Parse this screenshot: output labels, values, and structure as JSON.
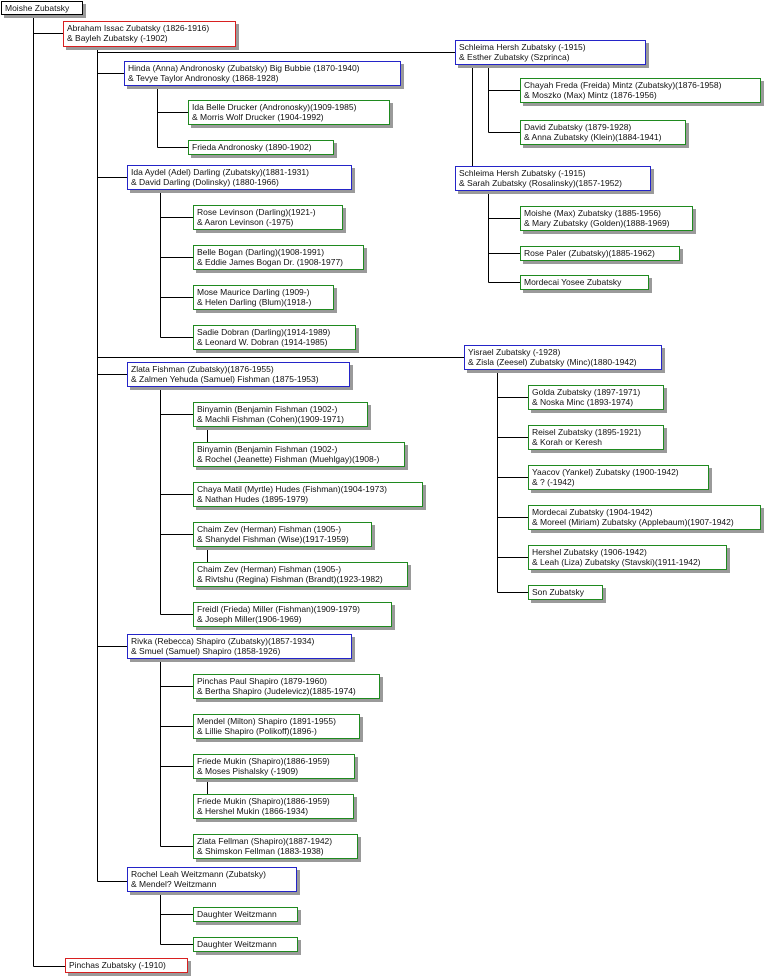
{
  "colors": {
    "root": "#000000",
    "spouse_generation": "#d82020",
    "child": "#2424c8",
    "grandchild": "#1f8a1f"
  },
  "people": {
    "root": {
      "line1": "Moishe Zubatsky"
    },
    "abraham": {
      "line1": "Abraham Issac Zubatsky (1826-1916)",
      "line2": "& Bayleh Zubatsky (-1902)"
    },
    "pinchas": {
      "line1": "Pinchas Zubatsky (-1910)"
    },
    "hinda": {
      "line1": "Hinda (Anna) Andronosky (Zubatsky) Big Bubbie (1870-1940)",
      "line2": "& Tevye Taylor Andronosky (1868-1928)"
    },
    "ida_drucker": {
      "line1": "Ida Belle Drucker (Andronosky)(1909-1985)",
      "line2": "& Morris Wolf Drucker (1904-1992)"
    },
    "frieda_andronosky": {
      "line1": "Frieda Andronosky (1890-1902)"
    },
    "ida_darling": {
      "line1": "Ida Aydel (Adel) Darling (Zubatsky)(1881-1931)",
      "line2": "& David Darling (Dolinsky) (1880-1966)"
    },
    "rose_levinson": {
      "line1": "Rose Levinson (Darling)(1921-)",
      "line2": "& Aaron Levinson (-1975)"
    },
    "belle_bogan": {
      "line1": "Belle Bogan (Darling)(1908-1991)",
      "line2": "& Eddie James Bogan Dr. (1908-1977)"
    },
    "mose_darling": {
      "line1": "Mose Maurice Darling (1909-)",
      "line2": "& Helen Darling (Blum)(1918-)"
    },
    "sadie_dobran": {
      "line1": "Sadie Dobran (Darling)(1914-1989)",
      "line2": "& Leonard W. Dobran (1914-1985)"
    },
    "zlata_fishman": {
      "line1": "Zlata Fishman (Zubatsky)(1876-1955)",
      "line2": "& Zalmen Yehuda (Samuel) Fishman (1875-1953)"
    },
    "binyamin1": {
      "line1": "Binyamin (Benjamin Fishman (1902-)",
      "line2": "& Machli Fishman (Cohen)(1909-1971)"
    },
    "binyamin2": {
      "line1": "Binyamin (Benjamin Fishman (1902-)",
      "line2": "& Rochel (Jeanette) Fishman (Muehlgay)(1908-)"
    },
    "chaya_hudes": {
      "line1": "Chaya Matil (Myrtle) Hudes (Fishman)(1904-1973)",
      "line2": "& Nathan Hudes (1895-1979)"
    },
    "chaim1": {
      "line1": "Chaim Zev (Herman) Fishman (1905-)",
      "line2": "& Shanydel Fishman (Wise)(1917-1959)"
    },
    "chaim2": {
      "line1": "Chaim Zev (Herman) Fishman (1905-)",
      "line2": "& Rivtshu (Regina) Fishman (Brandt)(1923-1982)"
    },
    "freidl_miller": {
      "line1": "Freidl (Frieda) Miller (Fishman)(1909-1979)",
      "line2": "& Joseph Miller(1906-1969)"
    },
    "rivka_shapiro": {
      "line1": "Rivka (Rebecca) Shapiro (Zubatsky)(1857-1934)",
      "line2": "& Smuel (Samuel) Shapiro (1858-1926)"
    },
    "pinchas_shapiro": {
      "line1": "Pinchas Paul Shapiro (1879-1960)",
      "line2": "& Bertha Shapiro (Judelevicz)(1885-1974)"
    },
    "mendel_shapiro": {
      "line1": "Mendel (Milton) Shapiro (1891-1955)",
      "line2": "& Lillie Shapiro (Polikoff)(1896-)"
    },
    "friede1": {
      "line1": "Friede Mukin (Shapiro)(1886-1959)",
      "line2": "& Moses Pishalsky (-1909)"
    },
    "friede2": {
      "line1": "Friede Mukin (Shapiro)(1886-1959)",
      "line2": "& Hershel Mukin (1866-1934)"
    },
    "zlata_fellman": {
      "line1": "Zlata Fellman (Shapiro)(1887-1942)",
      "line2": "& Shimskon Fellman (1883-1938)"
    },
    "rochel_weitzmann": {
      "line1": "Rochel Leah Weitzmann (Zubatsky)",
      "line2": "& Mendel? Weitzmann"
    },
    "daughter1": {
      "line1": "Daughter Weitzmann"
    },
    "daughter2": {
      "line1": "Daughter Weitzmann"
    },
    "schleima1": {
      "line1": "Schleima Hersh Zubatsky (-1915)",
      "line2": "& Esther Zubatsky (Szprinca)"
    },
    "chayah_mintz": {
      "line1": "Chayah Freda (Freida) Mintz (Zubatsky)(1876-1958)",
      "line2": "& Moszko (Max) Mintz (1876-1956)"
    },
    "david_zubatsky": {
      "line1": "David Zubatsky (1879-1928)",
      "line2": "& Anna Zubatsky (Klein)(1884-1941)"
    },
    "schleima2": {
      "line1": "Schleima Hersh Zubatsky (-1915)",
      "line2": "& Sarah Zubatsky (Rosalinsky)(1857-1952)"
    },
    "moishe_max": {
      "line1": "Moishe (Max) Zubatsky (1885-1956)",
      "line2": "& Mary Zubatsky (Golden)(1888-1969)"
    },
    "rose_paler": {
      "line1": "Rose Paler (Zubatsky)(1885-1962)"
    },
    "mordecai_yosee": {
      "line1": "Mordecai Yosee Zubatsky"
    },
    "yisrael": {
      "line1": "Yisrael Zubatsky (-1928)",
      "line2": "& Zisla (Zeesel) Zubatsky (Minc)(1880-1942)"
    },
    "golda": {
      "line1": "Golda Zubatsky (1897-1971)",
      "line2": "& Noska Minc (1893-1974)"
    },
    "reisel": {
      "line1": "Reisel Zubatsky (1895-1921)",
      "line2": "& Korah or Keresh"
    },
    "yaacov": {
      "line1": "Yaacov (Yankel) Zubatsky (1900-1942)",
      "line2": "& ? (-1942)"
    },
    "mordecai": {
      "line1": "Mordecai Zubatsky (1904-1942)",
      "line2": "& Moreel (Miriam) Zubatsky (Applebaum)(1907-1942)"
    },
    "hershel": {
      "line1": "Hershel Zubatsky (1906-1942)",
      "line2": "& Leah (Liza) Zubatsky (Stavski)(1911-1942)"
    },
    "son": {
      "line1": "Son Zubatsky"
    }
  }
}
